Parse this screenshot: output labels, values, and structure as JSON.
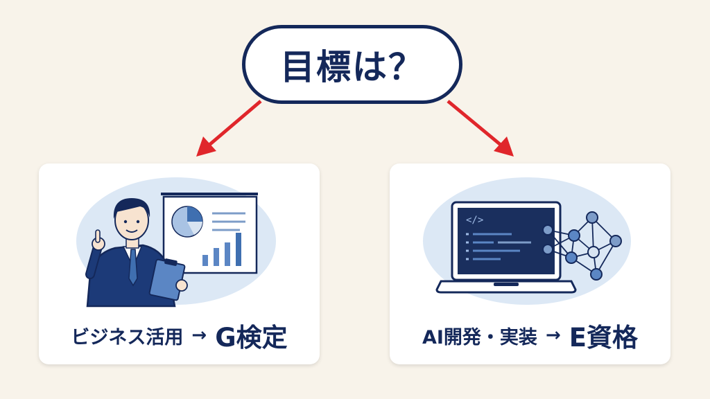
{
  "question": "目標は？",
  "colors": {
    "navy": "#14285a",
    "arrow_red": "#e0262b",
    "card_bg": "#ffffff",
    "page_bg": "#f8f3ea",
    "blob": "#dce8f5",
    "accent_blue": "#5b86c4"
  },
  "left_card": {
    "lead": "ビジネス活用",
    "arrow": "→",
    "target": "G検定",
    "illustration": "businessman-presenting-chart-icon"
  },
  "right_card": {
    "lead": "AI開発・実装",
    "arrow": "→",
    "target": "E資格",
    "illustration": "laptop-code-neural-network-icon"
  },
  "right_card_screen": {
    "code_tag": "</>"
  }
}
